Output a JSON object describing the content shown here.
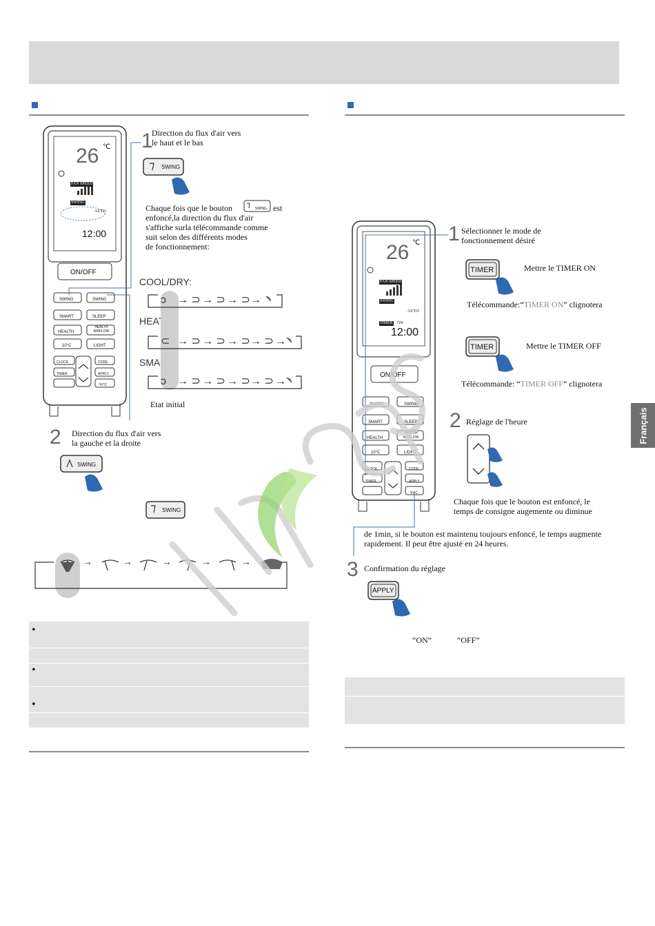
{
  "left": {
    "step1": {
      "num": "1",
      "title_l1": "Direction du flux d'air vers",
      "title_l2": "le haut et le bas"
    },
    "swing_button": "SWING",
    "desc_l1a": "Chaque fois que le bouton",
    "desc_l1b": "est",
    "desc_l2": "enfoncé,la direction du flux d'air",
    "desc_l3": "s'affiche surla télécommande comme",
    "desc_l4": "suit selon des différents modes",
    "desc_l5": "de fonctionnement:",
    "modes": [
      "COOL/DRY:",
      "HEAT:",
      "SMART:"
    ],
    "etat_initial": "Etat initial",
    "step2": {
      "num": "2",
      "title_l1": "Direction du flux d'air vers",
      "title_l2": "la gauche et la droite"
    },
    "notes": [
      "•",
      "•",
      "•"
    ]
  },
  "remote": {
    "temp": "26",
    "temp_unit": "℃",
    "fan_speed": "FAN SPEED",
    "swing": "SWING",
    "auto": "AUTO",
    "timer": "TIMER",
    "on": "ON",
    "clock": "12:00",
    "onoff": "ON/OFF",
    "buttons": [
      "SWING",
      "SWING",
      "SMART",
      "SLEEP",
      "HEALTH",
      "HEALTH AIRFLOW",
      "10°C",
      "LIGHT",
      "CLOCK",
      "CODE",
      "TIMER",
      "APPLY",
      "°F/°C"
    ]
  },
  "right": {
    "step1": {
      "num": "1",
      "title_l1": "Sélectionner le mode de",
      "title_l2": "fonctionnement désiré"
    },
    "timer_button": "TIMER",
    "timer_on_label": "Mettre le TIMER ON",
    "timer_on_blink_a": "Télécommande:“",
    "timer_on_blink_b": "TIMER ON",
    "timer_on_blink_c": "” clignotera",
    "timer_off_label": "Mettre le TIMER OFF",
    "timer_off_blink_a": "Télécommande: “",
    "timer_off_blink_b": "TIMER OFF",
    "timer_off_blink_c": "” clignotera",
    "step2": {
      "num": "2",
      "title": "Réglage de l'heure"
    },
    "adjust_l1": "Chaque fois que le bouton est enfoncé, le",
    "adjust_l2": "temps de consigne augemente ou diminue",
    "adjust_l3": "de 1min, si le bouton est maintenu toujours enfoncé, le temps augmente",
    "adjust_l4": "rapidement. Il peut être ajusté en 24 heures.",
    "step3": {
      "num": "3",
      "title": "Confirmation du réglage"
    },
    "apply_button": "APPLY",
    "on_quote": "“ON”",
    "off_quote": "“OFF”"
  },
  "lang_tab": "Français",
  "colors": {
    "accent": "#2a6cb0",
    "band": "#d9d9d9",
    "note": "#e3e3e3",
    "tab": "#6f6f6f"
  }
}
